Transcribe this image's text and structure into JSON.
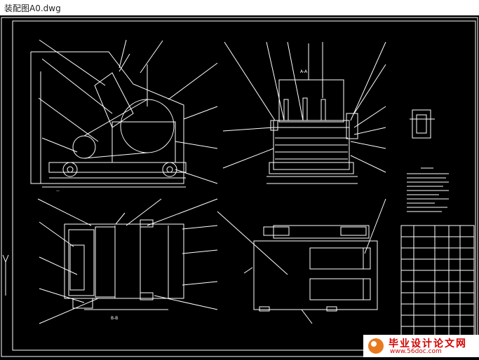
{
  "window": {
    "title": "装配图A0.dwg"
  },
  "drawing": {
    "section_label_1": "A-A",
    "section_label_2": "B-B"
  },
  "watermark": {
    "text_cn": "毕业设计论文网",
    "url": "www.56doc.com"
  },
  "colors": {
    "background": "#000000",
    "lines": "#ffffff",
    "titlebar": "#ffffff",
    "watermark_red": "#d40000"
  }
}
